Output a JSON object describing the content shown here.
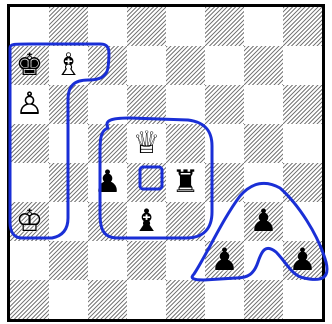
{
  "board": {
    "files": [
      "a",
      "b",
      "c",
      "d",
      "e",
      "f",
      "g",
      "h"
    ],
    "ranks": [
      8,
      7,
      6,
      5,
      4,
      3,
      2,
      1
    ],
    "pieces": [
      {
        "square": "a7",
        "piece": "king",
        "color": "black",
        "glyph": "♚"
      },
      {
        "square": "b7",
        "piece": "bishop",
        "color": "white",
        "glyph": "♗"
      },
      {
        "square": "a6",
        "piece": "pawn",
        "color": "white",
        "glyph": "♙"
      },
      {
        "square": "d5",
        "piece": "queen",
        "color": "white",
        "glyph": "♕"
      },
      {
        "square": "c4",
        "piece": "pawn",
        "color": "black",
        "glyph": "♟"
      },
      {
        "square": "e4",
        "piece": "rook",
        "color": "black",
        "glyph": "♜"
      },
      {
        "square": "d3",
        "piece": "bishop",
        "color": "black",
        "glyph": "♝"
      },
      {
        "square": "a3",
        "piece": "king",
        "color": "white",
        "glyph": "♔"
      },
      {
        "square": "g3",
        "piece": "pawn",
        "color": "black",
        "glyph": "♟"
      },
      {
        "square": "f2",
        "piece": "pawn",
        "color": "black",
        "glyph": "♟"
      },
      {
        "square": "h2",
        "piece": "pawn",
        "color": "black",
        "glyph": "♟"
      }
    ]
  },
  "annotations": {
    "color": "#1a2fd6",
    "marks": [
      {
        "type": "freehand-outline",
        "encloses": [
          "a7",
          "b7",
          "a6",
          "a5",
          "a4",
          "a3"
        ]
      },
      {
        "type": "rounded-outline",
        "encloses": [
          "c5",
          "d5",
          "e5",
          "c4",
          "e4",
          "c3",
          "d3",
          "e3"
        ]
      },
      {
        "type": "square-highlight",
        "square": "d4"
      },
      {
        "type": "freehand-outline",
        "encloses": [
          "g3",
          "f2",
          "h2"
        ]
      }
    ]
  }
}
